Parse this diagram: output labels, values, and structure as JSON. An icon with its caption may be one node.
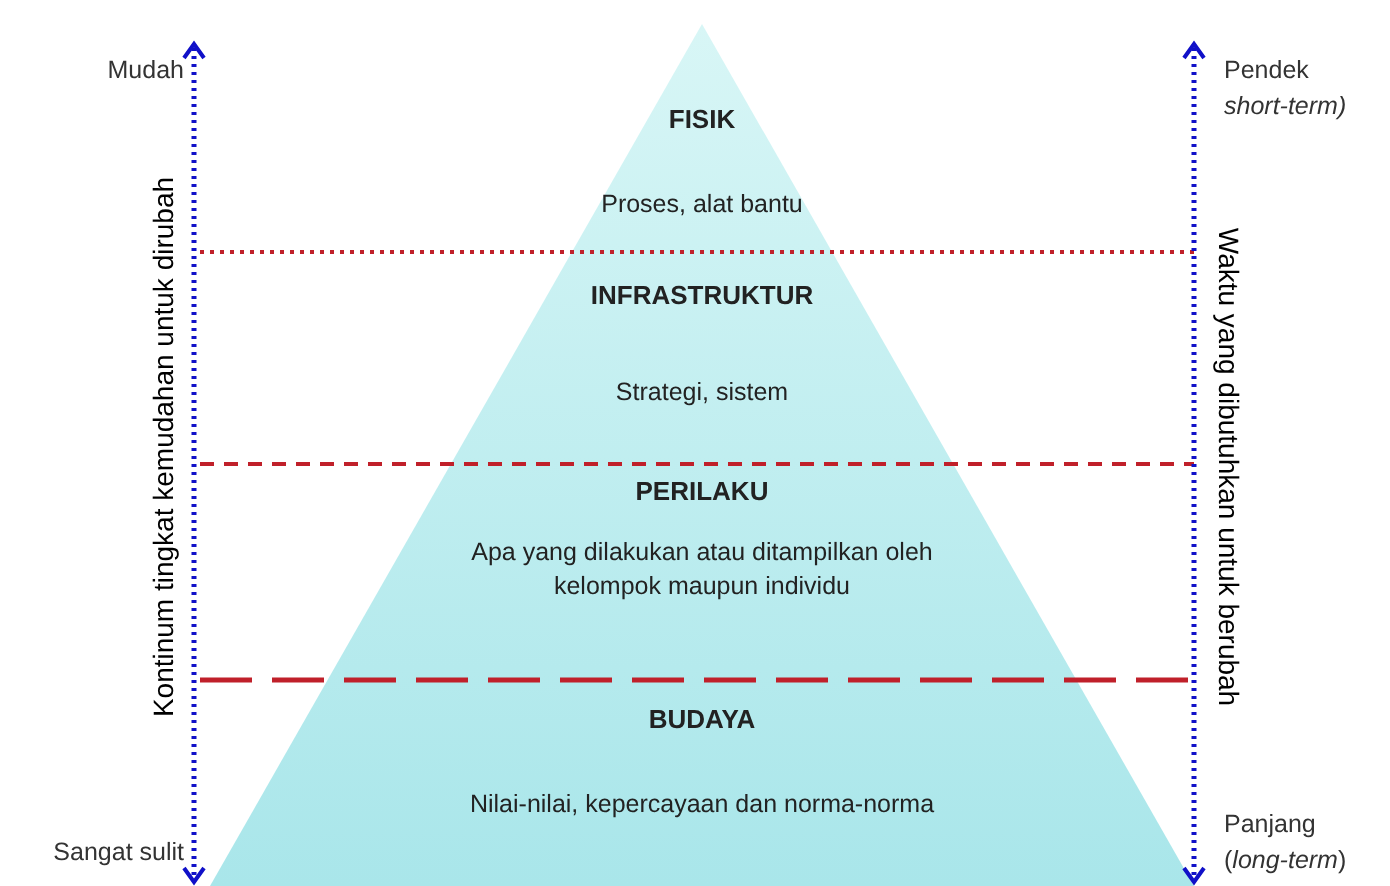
{
  "diagram": {
    "nodes": [
      {
        "text": [
          "FISIK",
          "Proses, alat bantu"
        ]
      },
      {
        "text": [
          "INFRASTRUKTUR",
          "Strategi, sistem"
        ]
      },
      {
        "text": [
          "PERILAKU",
          "Apa yang dilakukan atau ditampilkan oleh kelompok maupun individu"
        ]
      },
      {
        "text": [
          "BUDAYA",
          "Nilai-nilai, kepercayaan dan norma-norma"
        ]
      }
    ],
    "labels": [
      "Mudah",
      "Kontinum tingkat kemudahan untuk dirubah",
      "Sangat sulit",
      "Pendek",
      "short-term)",
      "Waktu yang dibutuhkan untuk berubah",
      "Panjang",
      "(*long-term*)"
    ]
  }
}
